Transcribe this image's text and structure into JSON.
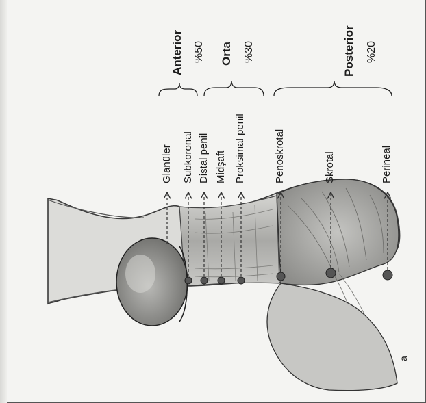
{
  "panel_letter": "a",
  "sites": [
    {
      "id": "glanuler",
      "label": "Glanüler"
    },
    {
      "id": "subkoronal",
      "label": "Subkoronal"
    },
    {
      "id": "distal",
      "label": "Distal penil"
    },
    {
      "id": "midsaft",
      "label": "Midşaft"
    },
    {
      "id": "proksimal",
      "label": "Proksimal penil"
    },
    {
      "id": "penoskrotal",
      "label": "Penoskrotal"
    },
    {
      "id": "skrotal",
      "label": "Skrotal"
    },
    {
      "id": "perineal",
      "label": "Perineal"
    }
  ],
  "regions": [
    {
      "id": "anterior",
      "name": "Anterior",
      "percent": "%50"
    },
    {
      "id": "orta",
      "name": "Orta",
      "percent": "%30"
    },
    {
      "id": "posterior",
      "name": "Posterior",
      "percent": "%20"
    }
  ]
}
